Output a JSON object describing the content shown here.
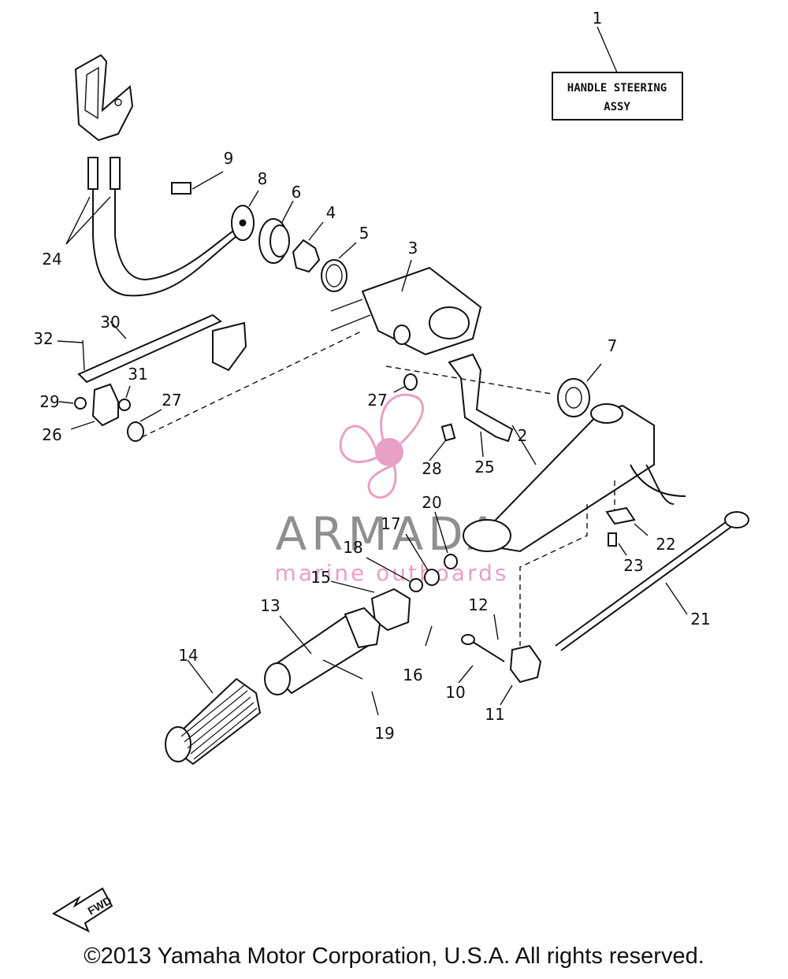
{
  "assembly": {
    "line1": "HANDLE STEERING",
    "line2": "ASSY"
  },
  "callouts": [
    "1",
    "2",
    "3",
    "4",
    "5",
    "6",
    "7",
    "8",
    "9",
    "10",
    "11",
    "12",
    "13",
    "14",
    "15",
    "16",
    "17",
    "18",
    "19",
    "20",
    "21",
    "22",
    "23",
    "24",
    "25",
    "26",
    "27",
    "28",
    "29",
    "30",
    "31",
    "32"
  ],
  "fwd_label": "FWD",
  "watermark": {
    "name": "ARMADA",
    "tagline": "marine outboards",
    "color": "#E8A0C4"
  },
  "copyright": "©2013 Yamaha Motor Corporation, U.S.A. All rights reserved."
}
